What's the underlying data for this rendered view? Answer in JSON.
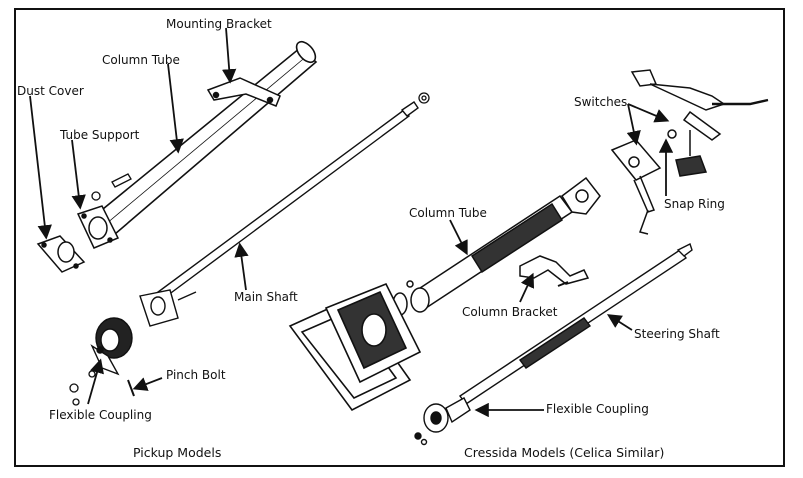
{
  "labels": {
    "mounting_bracket": "Mounting Bracket",
    "column_tube_pickup": "Column Tube",
    "dust_cover": "Dust Cover",
    "tube_support": "Tube Support",
    "main_shaft": "Main Shaft",
    "pinch_bolt": "Pinch Bolt",
    "flexible_coupling_pickup": "Flexible Coupling",
    "switches": "Switches",
    "snap_ring": "Snap Ring",
    "column_tube_cressida": "Column Tube",
    "column_bracket": "Column Bracket",
    "steering_shaft": "Steering Shaft",
    "flexible_coupling_cressida": "Flexible Coupling"
  },
  "captions": {
    "pickup": "Pickup Models",
    "cressida": "Cressida Models (Celica Similar)"
  },
  "colors": {
    "ink": "#111111",
    "paper": "#ffffff"
  }
}
